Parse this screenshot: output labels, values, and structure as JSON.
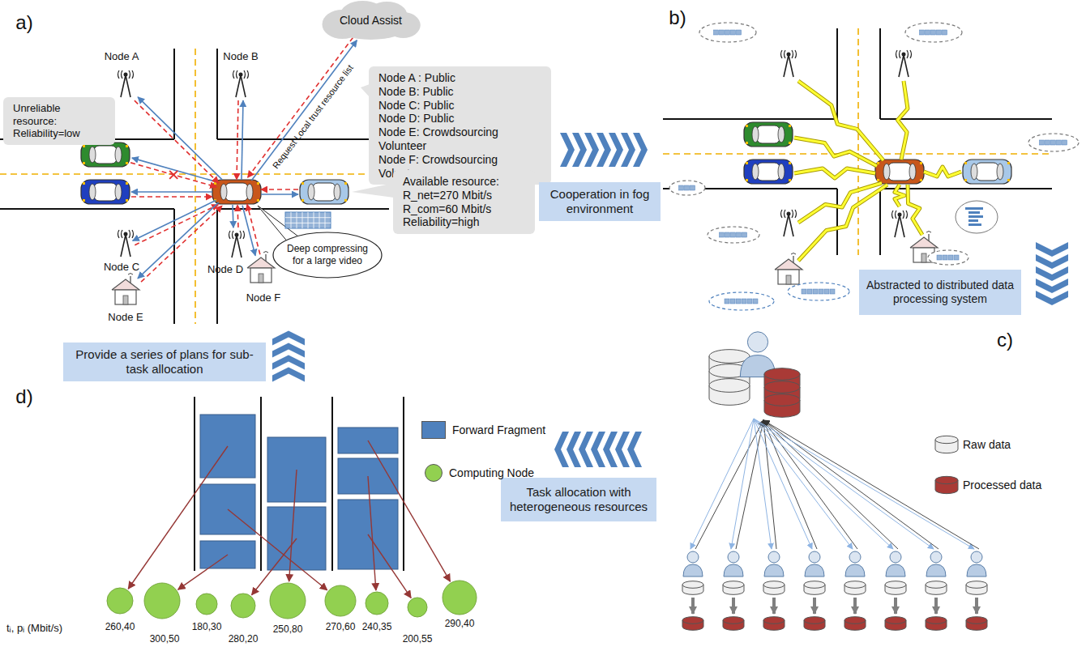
{
  "diagram": {
    "nodes": [
      {
        "text": [
          "Unreliable resource:",
          "Reliability=low"
        ]
      },
      {
        "text": [
          "Cloud Assist"
        ]
      },
      {
        "text": [
          "Node A : Public",
          "Node B: Public",
          "Node C: Public",
          "Node D: Public",
          "Node E: Crowdsourcing Volunteer",
          "Node F: Crowdsourcing Volunteer"
        ]
      },
      {
        "text": [
          "Available resource:",
          "R_net=270 Mbit/s",
          "R_com=60 Mbit/s",
          "Reliability=high"
        ]
      },
      {
        "text": [
          "Deep compressing for a large video"
        ]
      },
      {
        "text": [
          "Cooperation in fog environment"
        ]
      },
      {
        "text": [
          "Abstracted to distributed data processing system"
        ]
      },
      {
        "text": [
          "Task allocation with heterogeneous resources"
        ]
      },
      {
        "text": [
          "Provide a series of plans for sub-task allocation"
        ]
      }
    ],
    "labels": [
      "a)",
      "Node A",
      "Node B",
      "Node C",
      "Node D",
      "Node E",
      "Node F",
      "Request Local trust resource list",
      "b)",
      "c)",
      "d)",
      "tᵢ, pᵢ (Mbit/s)",
      "260,40",
      "300,50",
      "180,30",
      "280,20",
      "250,80",
      "270,60",
      "240,35",
      "200,55",
      "290,40"
    ],
    "legend": [
      {
        "text": "Raw data"
      },
      {
        "text": "Processed data"
      },
      {
        "text": "Forward Fragment",
        "color": "#4f81bd"
      },
      {
        "text": "Computing Node",
        "color": "#92d050"
      }
    ]
  }
}
